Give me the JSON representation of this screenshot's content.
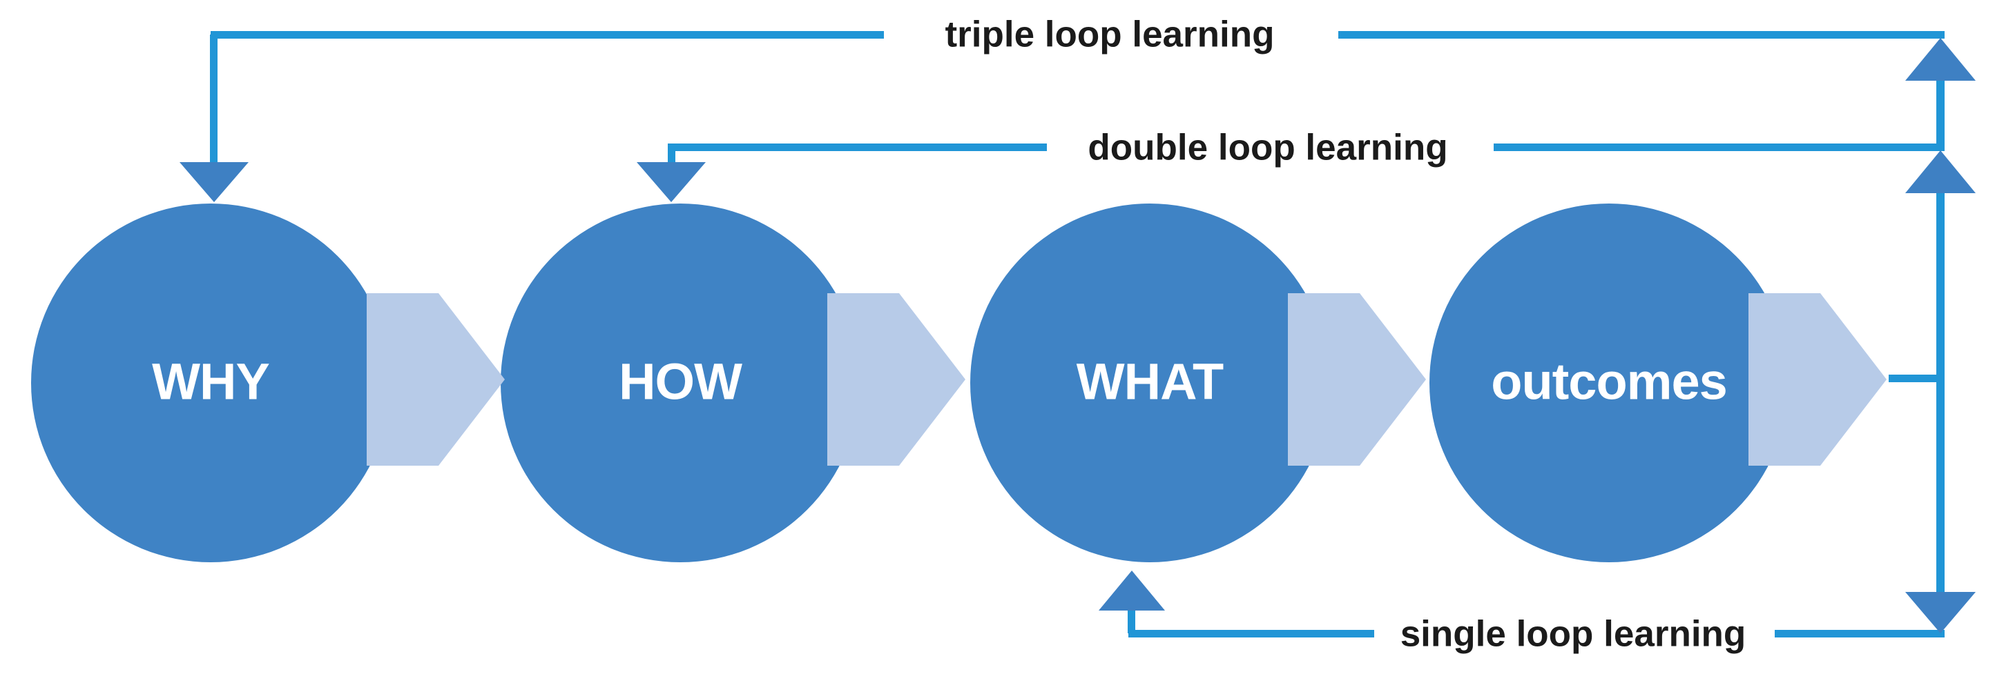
{
  "diagram": {
    "type": "flow-diagram",
    "description": "Single, double and triple loop learning diagram with WHY, HOW, WHAT and outcomes stages"
  },
  "nodes": [
    {
      "label": "WHY"
    },
    {
      "label": "HOW"
    },
    {
      "label": "WHAT"
    },
    {
      "label": "outcomes"
    }
  ],
  "loops": [
    {
      "label": "triple loop learning",
      "target": "WHY"
    },
    {
      "label": "double loop learning",
      "target": "HOW"
    },
    {
      "label": "single loop learning",
      "target": "WHAT"
    }
  ],
  "colors": {
    "background": "#ffffff",
    "circle_fill": "#3f83c5",
    "pentagon_fill": "#b7cbe8",
    "line": "#2095d6",
    "arrowhead": "#3e80c3",
    "label_text": "#1b1b1b",
    "circle_label_text": "#ffffff"
  }
}
